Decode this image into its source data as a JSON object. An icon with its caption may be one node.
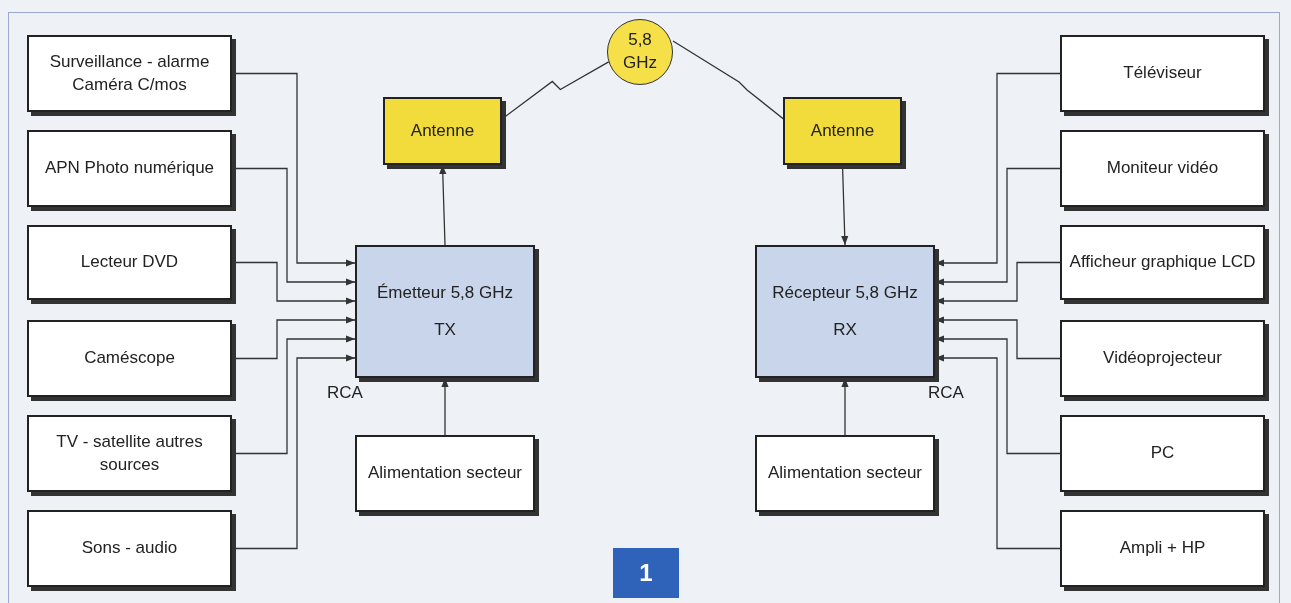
{
  "diagram": {
    "nodes": [
      {
        "text": [
          "Surveillance - alarme Caméra C/mos"
        ]
      },
      {
        "text": [
          "APN Photo numérique"
        ]
      },
      {
        "text": [
          "Lecteur DVD"
        ]
      },
      {
        "text": [
          "Caméscope"
        ]
      },
      {
        "text": [
          "TV - satellite autres sources"
        ]
      },
      {
        "text": [
          "Sons - audio"
        ]
      },
      {
        "text": [
          "Antenne"
        ]
      },
      {
        "text": [
          "5,8 GHz"
        ]
      },
      {
        "text": [
          "Antenne"
        ]
      },
      {
        "text": [
          "Émetteur 5,8 GHz",
          "TX"
        ]
      },
      {
        "text": [
          "Alimentation secteur"
        ]
      },
      {
        "text": [
          "Récepteur 5,8 GHz",
          "RX"
        ]
      },
      {
        "text": [
          "Alimentation secteur"
        ]
      },
      {
        "text": [
          "Téléviseur"
        ]
      },
      {
        "text": [
          "Moniteur vidéo"
        ]
      },
      {
        "text": [
          "Afficheur graphique LCD"
        ]
      },
      {
        "text": [
          "Vidéoprojecteur"
        ]
      },
      {
        "text": [
          "PC"
        ]
      },
      {
        "text": [
          "Ampli + HP"
        ]
      }
    ],
    "edges": [
      {
        "from": 0,
        "to": 9,
        "arrow": "to"
      },
      {
        "from": 1,
        "to": 9,
        "arrow": "to"
      },
      {
        "from": 2,
        "to": 9,
        "arrow": "to"
      },
      {
        "from": 3,
        "to": 9,
        "arrow": "to"
      },
      {
        "from": 4,
        "to": 9,
        "arrow": "to"
      },
      {
        "from": 5,
        "to": 9,
        "arrow": "to"
      },
      {
        "from": 9,
        "to": 6,
        "arrow": "to"
      },
      {
        "from": 10,
        "to": 9,
        "arrow": "to"
      },
      {
        "from": 8,
        "to": 11,
        "arrow": "to"
      },
      {
        "from": 12,
        "to": 11,
        "arrow": "to"
      },
      {
        "from": 13,
        "to": 11,
        "arrow": "to"
      },
      {
        "from": 14,
        "to": 11,
        "arrow": "to"
      },
      {
        "from": 15,
        "to": 11,
        "arrow": "to"
      },
      {
        "from": 16,
        "to": 11,
        "arrow": "to"
      },
      {
        "from": 17,
        "to": 11,
        "arrow": "to"
      },
      {
        "from": 18,
        "to": 11,
        "arrow": "to"
      },
      {
        "from": 6,
        "to": 7,
        "arrow": "none"
      },
      {
        "from": 7,
        "to": 8,
        "arrow": "none"
      }
    ],
    "labels": [
      "RCA",
      "RCA",
      "1"
    ]
  }
}
